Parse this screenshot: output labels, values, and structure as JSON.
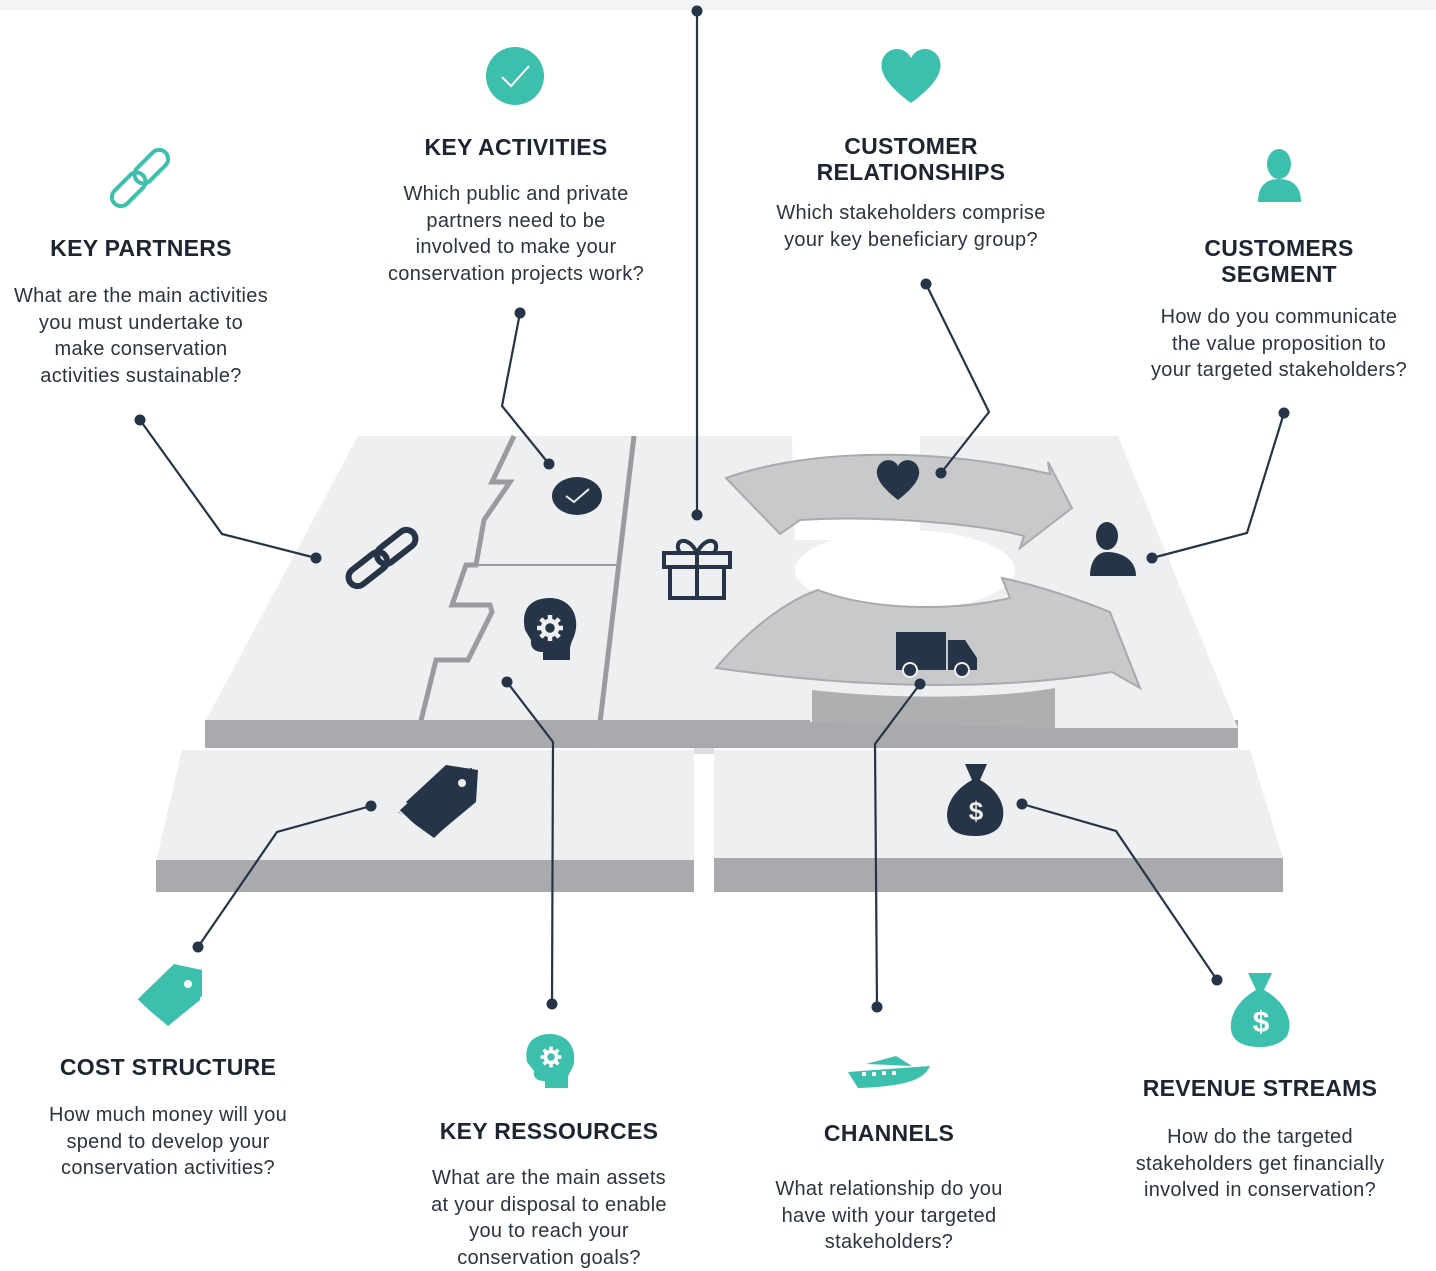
{
  "colors": {
    "accent": "#3dbfad",
    "navy": "#253447",
    "board_top": "#efeff0",
    "board_side": "#a9aaad",
    "arrow": "#c8c9cb"
  },
  "blocks": {
    "key_partners": {
      "title": "KEY PARTNERS",
      "lines": [
        "What are the main activities",
        "you must undertake to",
        "make conservation",
        "activities sustainable?"
      ],
      "icon": "link-icon"
    },
    "key_activities": {
      "title": "KEY ACTIVITIES",
      "lines": [
        "Which public and private",
        "partners need to be",
        "involved to make your",
        "conservation projects work?"
      ],
      "icon": "check-circle-icon"
    },
    "customer_relationships": {
      "title_lines": [
        "CUSTOMER",
        "RELATIONSHIPS"
      ],
      "lines": [
        "Which stakeholders comprise",
        "your key beneficiary group?"
      ],
      "icon": "heart-icon"
    },
    "customers_segment": {
      "title_lines": [
        "CUSTOMERS",
        "SEGMENT"
      ],
      "lines": [
        "How do you communicate",
        "the value proposition to",
        "your targeted stakeholders?"
      ],
      "icon": "person-icon"
    },
    "cost_structure": {
      "title": "COST STRUCTURE",
      "lines": [
        "How much money will you",
        "spend to develop your",
        "conservation activities?"
      ],
      "icon": "price-tag-icon"
    },
    "key_resources": {
      "title": "KEY RESSOURCES",
      "lines": [
        "What are the main assets",
        "at your disposal to enable",
        "you to reach your",
        "conservation goals?"
      ],
      "icon": "head-gear-icon"
    },
    "channels": {
      "title": "CHANNELS",
      "lines": [
        "What relationship do you",
        "have with your targeted",
        "stakeholders?"
      ],
      "icon": "boat-icon"
    },
    "revenue_streams": {
      "title": "REVENUE STREAMS",
      "lines": [
        "How do the targeted",
        "stakeholders get financially",
        "involved in conservation?"
      ],
      "icon": "money-bag-icon"
    }
  },
  "board_icons": [
    "link-icon",
    "check-circle-icon",
    "head-gear-icon",
    "gift-icon",
    "heart-icon",
    "person-icon",
    "truck-icon",
    "price-tag-icon",
    "money-bag-icon"
  ]
}
